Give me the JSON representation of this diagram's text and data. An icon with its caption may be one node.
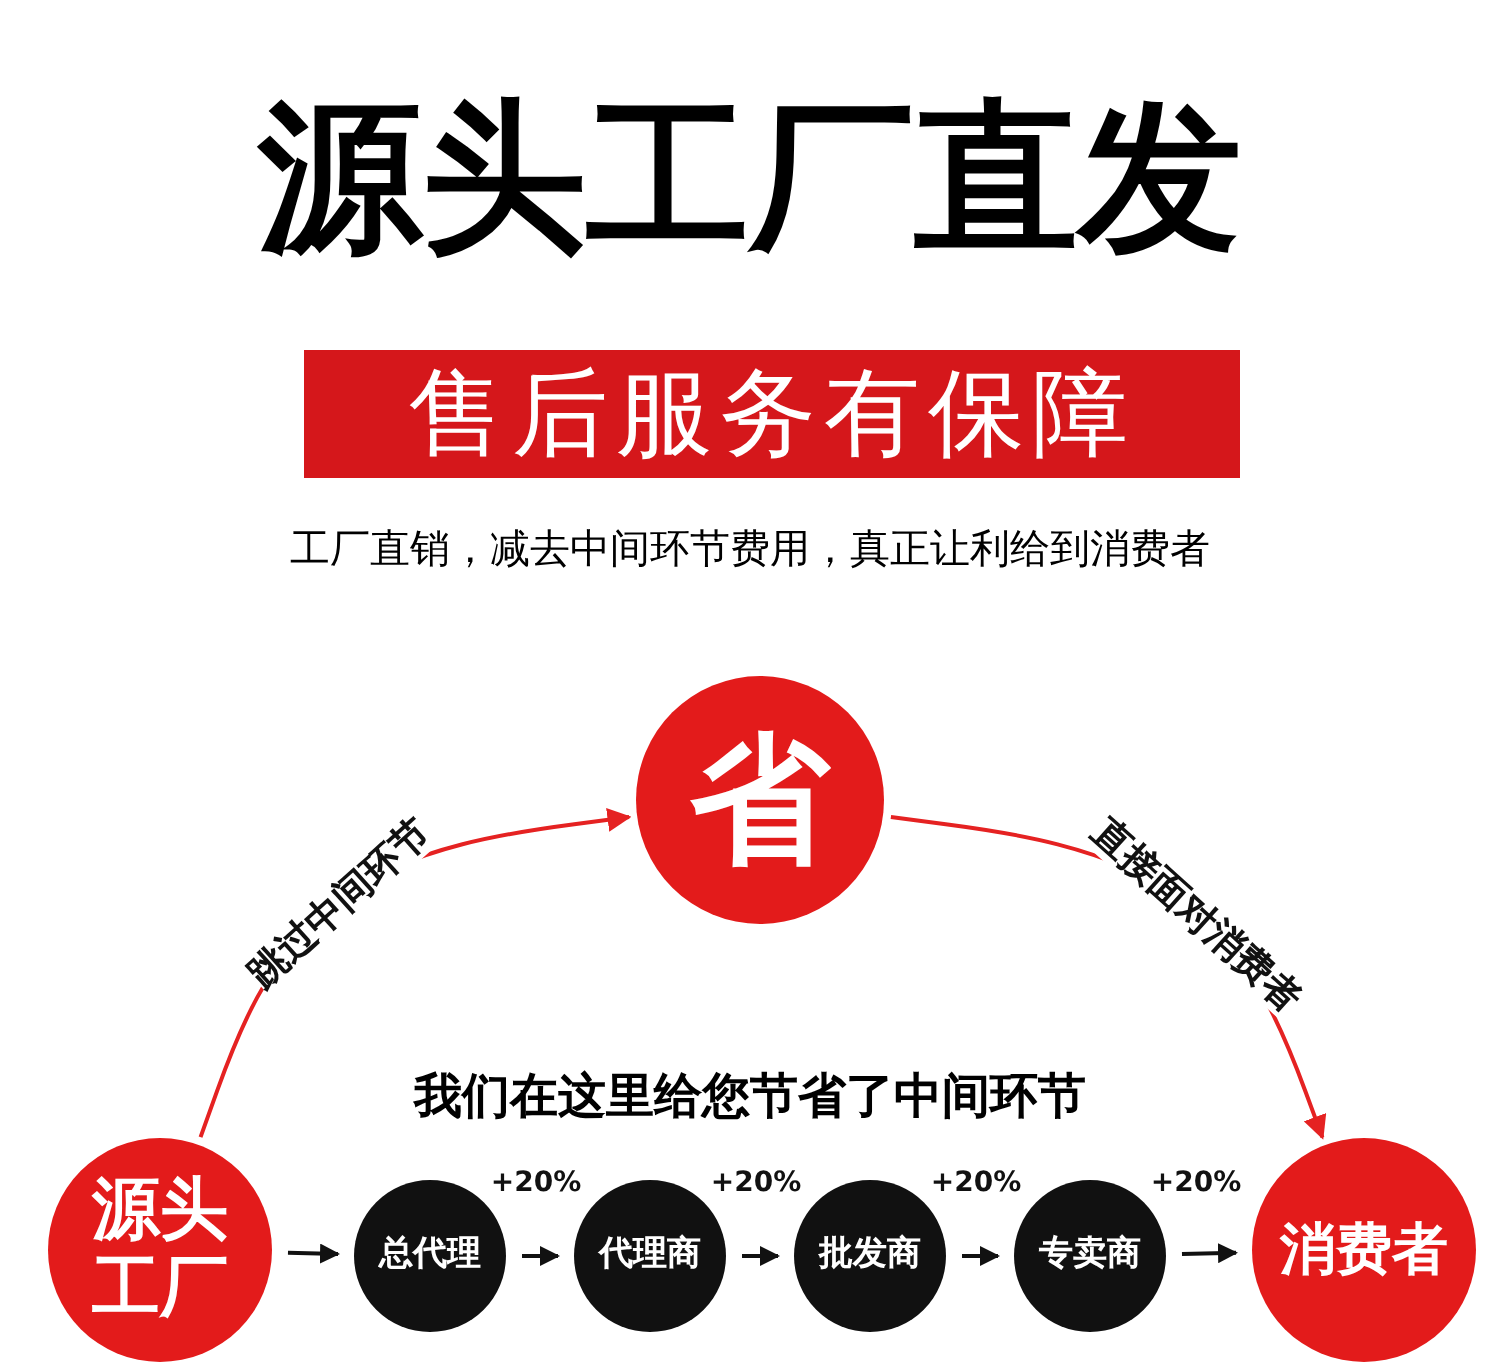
{
  "diagram": {
    "title": "源头工厂直发",
    "nodes": [
      {
        "text": [
          "省"
        ]
      },
      {
        "text": [
          "源头工厂"
        ]
      },
      {
        "text": [
          "总代理"
        ]
      },
      {
        "text": [
          "代理商"
        ]
      },
      {
        "text": [
          "批发商"
        ]
      },
      {
        "text": [
          "专卖商"
        ]
      },
      {
        "text": [
          "消费者"
        ]
      }
    ],
    "edges": [
      {
        "from": 1,
        "to": 0,
        "arrow": "to",
        "label": "跳过中间环节",
        "color": "#e52222"
      },
      {
        "from": 0,
        "to": 6,
        "arrow": "to",
        "label": "直接面对消费者",
        "color": "#e52222"
      },
      {
        "from": 1,
        "to": 2,
        "arrow": "to"
      },
      {
        "from": 2,
        "to": 3,
        "arrow": "to",
        "label": "+20%"
      },
      {
        "from": 3,
        "to": 4,
        "arrow": "to",
        "label": "+20%"
      },
      {
        "from": 4,
        "to": 5,
        "arrow": "to",
        "label": "+20%"
      },
      {
        "from": 5,
        "to": 6,
        "arrow": "to",
        "label": "+20%"
      }
    ],
    "labels": [
      "售后服务有保障",
      "工厂直销，减去中间环节费用，真正让利给到消费者",
      "我们在这里给您节省了中间环节"
    ]
  }
}
